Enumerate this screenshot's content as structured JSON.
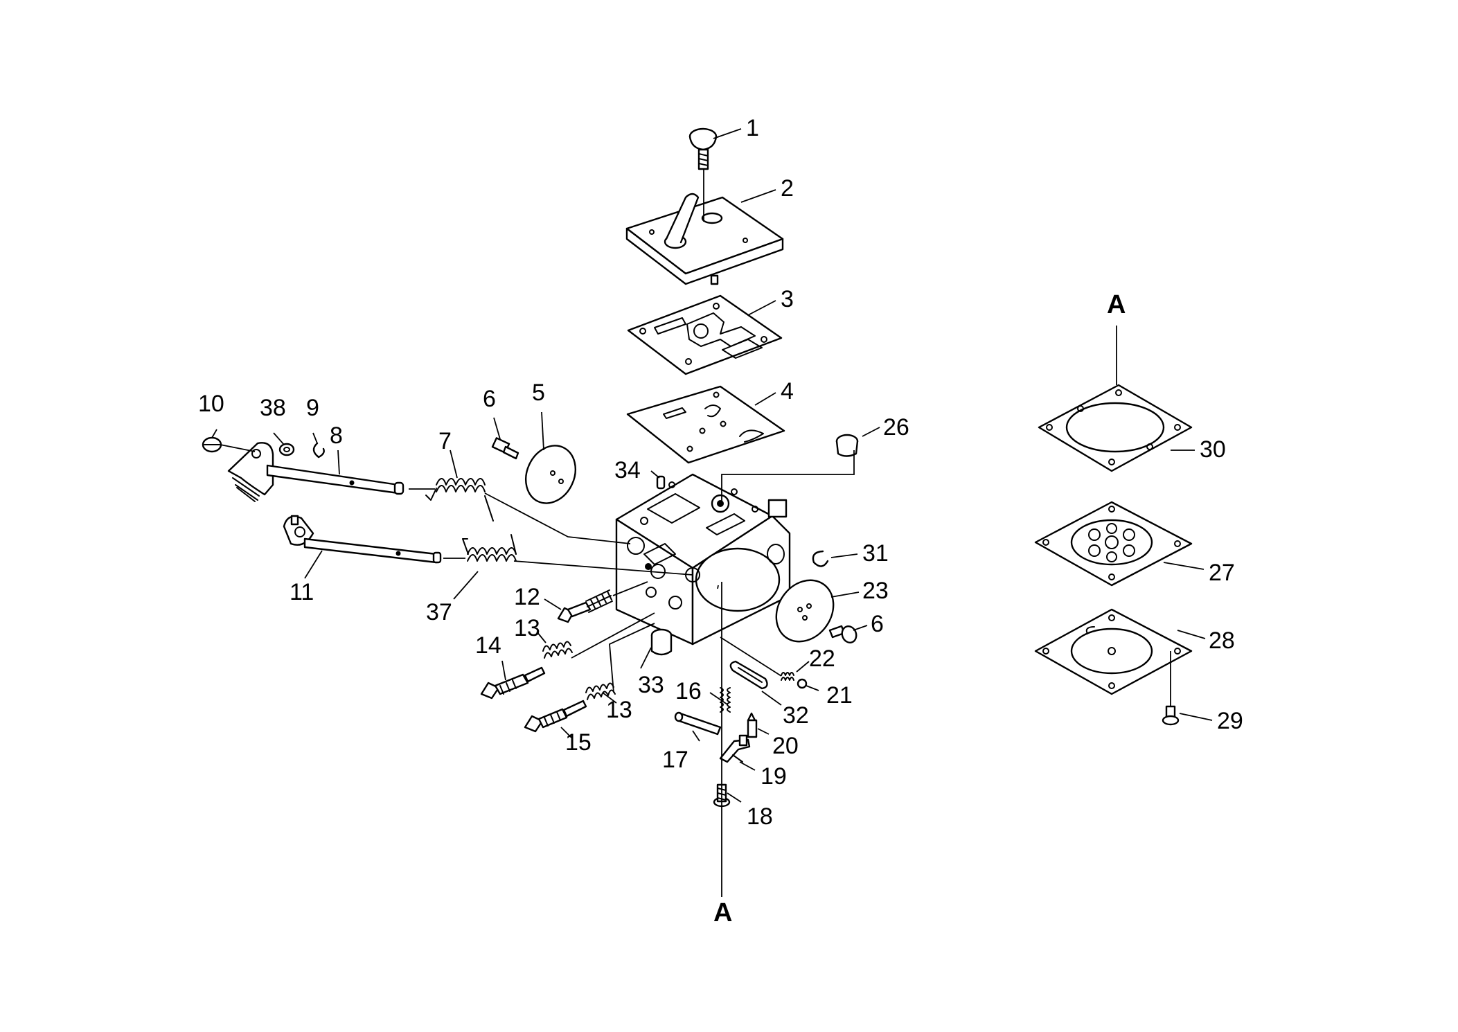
{
  "callouts": [
    "1",
    "2",
    "3",
    "4",
    "5",
    "6",
    "7",
    "8",
    "9",
    "10",
    "11",
    "12",
    "13",
    "14",
    "15",
    "16",
    "17",
    "18",
    "19",
    "20",
    "21",
    "22",
    "23",
    "26",
    "27",
    "28",
    "29",
    "30",
    "31",
    "32",
    "33",
    "34",
    "37",
    "38"
  ],
  "ref_marker": "A"
}
